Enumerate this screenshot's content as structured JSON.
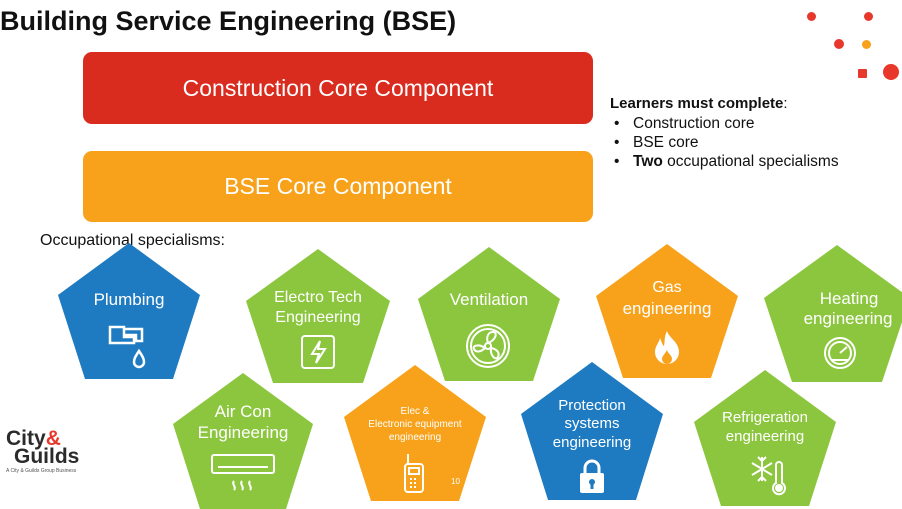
{
  "title": "Building Service Engineering (BSE)",
  "banners": {
    "construction": "Construction Core Component",
    "bse": "BSE Core Component"
  },
  "learners": {
    "heading": "Learners must complete",
    "colon": ":",
    "items": [
      "Construction core",
      "BSE core"
    ],
    "last_bold": "Two",
    "last_rest": " occupational specialisms"
  },
  "specialisms_label": "Occupational specialisms:",
  "specialisms": [
    {
      "line1": "Plumbing",
      "line2": "",
      "icon": "pipe-tap-icon"
    },
    {
      "line1": "Electro Tech",
      "line2": "Engineering",
      "icon": "lightning-panel-icon"
    },
    {
      "line1": "Ventilation",
      "line2": "",
      "icon": "fan-icon"
    },
    {
      "line1": "Gas",
      "line2": "engineering",
      "icon": "flame-icon"
    },
    {
      "line1": "Heating",
      "line2": "engineering",
      "icon": "gauge-icon"
    },
    {
      "line1": "Air Con",
      "line2": "Engineering",
      "icon": "air-conditioner-icon"
    },
    {
      "line1": "Elec &",
      "line2": "Electronic equipment",
      "line3": "engineering",
      "icon": "radio-device-icon"
    },
    {
      "line1": "Protection",
      "line2": "systems",
      "line3": "engineering",
      "icon": "padlock-icon"
    },
    {
      "line1": "Refrigeration",
      "line2": "engineering",
      "icon": "snowflake-thermometer-icon"
    }
  ],
  "colors": {
    "red": "#d92b1e",
    "orange": "#f7a21a",
    "blue": "#1f7bc1",
    "green": "#8cc63f"
  },
  "logo": {
    "word1": "City",
    "word2": "Guilds",
    "tagline": "A City & Guilds Group Business"
  },
  "page_number": "10"
}
